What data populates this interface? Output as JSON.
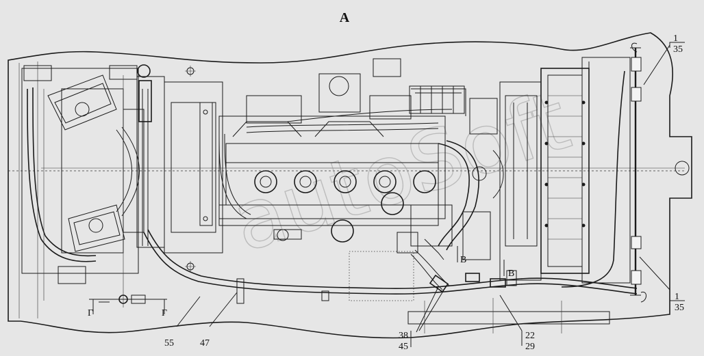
{
  "diagram": {
    "view_label": "A",
    "watermark": "autoSoft",
    "callouts": {
      "top_right_1": "1",
      "top_right_35": "35",
      "bottom_right_1": "1",
      "bottom_right_35": "35",
      "left_55": "55",
      "left_47": "47",
      "mid_38": "38",
      "mid_45": "45",
      "right_22": "22",
      "right_29": "29"
    },
    "section_marks": {
      "g_left": "Г",
      "g_right": "Г",
      "v_left": "В",
      "v_right": "В"
    }
  }
}
